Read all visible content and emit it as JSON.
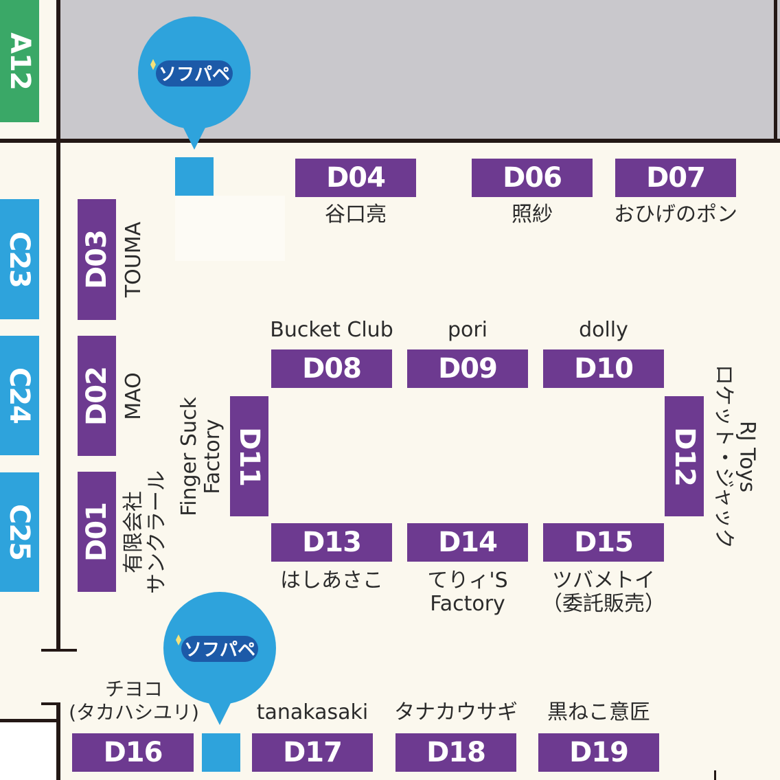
{
  "colors": {
    "booth": "#6d3a90",
    "area_a": "#3aa867",
    "area_c": "#2ea3dc",
    "marker": "#2ea3dc",
    "background": "#fbf8ee",
    "blocked": "#c9c8cc"
  },
  "marker_logo": "ソフパペ",
  "side_booths": {
    "a12": "A12",
    "c23": "C23",
    "c24": "C24",
    "c25": "C25"
  },
  "booths": {
    "d01": {
      "id": "D01",
      "name": "有限会社\nサンクラール"
    },
    "d02": {
      "id": "D02",
      "name": "MAO"
    },
    "d03": {
      "id": "D03",
      "name": "TOUMA"
    },
    "d04": {
      "id": "D04",
      "name": "谷口亮"
    },
    "d06": {
      "id": "D06",
      "name": "照紗"
    },
    "d07": {
      "id": "D07",
      "name": "おひげのポン"
    },
    "d08": {
      "id": "D08",
      "name": "Bucket Club"
    },
    "d09": {
      "id": "D09",
      "name": "pori"
    },
    "d10": {
      "id": "D10",
      "name": "dolly"
    },
    "d11": {
      "id": "D11",
      "name": "Finger Suck\nFactory"
    },
    "d12": {
      "id": "D12",
      "name": "RJ Toys\nロケット・ジャック"
    },
    "d13": {
      "id": "D13",
      "name": "はしあさこ"
    },
    "d14": {
      "id": "D14",
      "name": "てりィ'S\nFactory"
    },
    "d15": {
      "id": "D15",
      "name": "ツバメトイ\n（委託販売）"
    },
    "d16": {
      "id": "D16",
      "name": "チヨコ\n(タカハシユリ)"
    },
    "d17": {
      "id": "D17",
      "name": "tanakasaki"
    },
    "d18": {
      "id": "D18",
      "name": "タナカウサギ"
    },
    "d19": {
      "id": "D19",
      "name": "黒ねこ意匠"
    }
  }
}
